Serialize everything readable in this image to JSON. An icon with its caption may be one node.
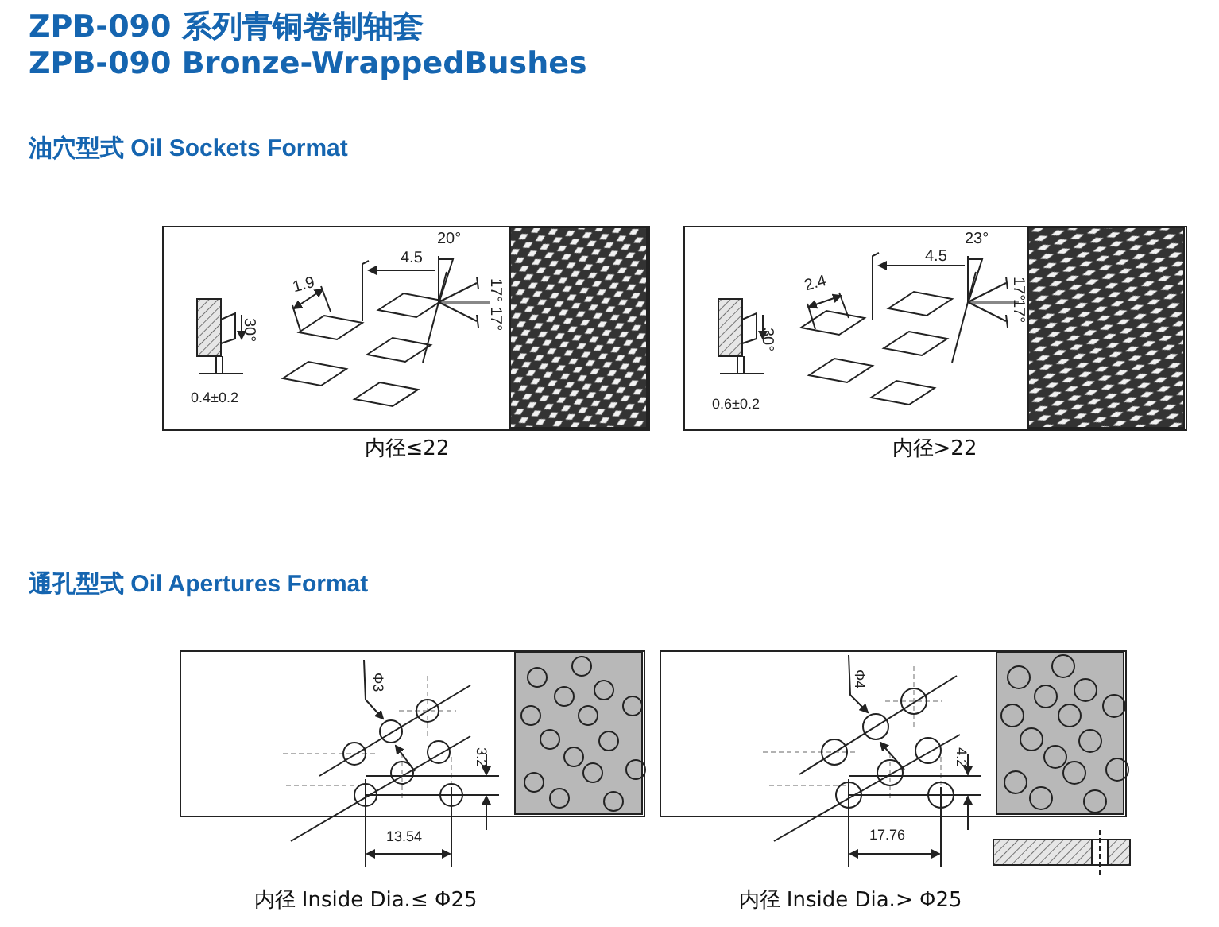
{
  "diagram": {
    "title": "ZPB-090 系列青铜卷制轴套",
    "nodes": [
      {
        "text": [],
        "shape": "box",
        "beside": [
          "内径≤22"
        ]
      },
      {
        "text": [],
        "shape": "box",
        "beside": [
          "内径>22"
        ]
      },
      {
        "text": [],
        "shape": "box",
        "beside": [
          "内径 Inside Dia.≤ Φ25"
        ]
      },
      {
        "text": [],
        "shape": "box",
        "beside": [
          "内径 Inside Dia.> Φ25"
        ]
      }
    ],
    "labels": [
      "ZPB-090 Bronze-WrappedBushes",
      "油穴型式 Oil Sockets Format",
      "1.9",
      "4.5",
      "20°",
      "17°",
      "17°",
      "30°",
      "0.4±0.2",
      "2.4",
      "4.5",
      "23°",
      "17°",
      "17°",
      "30°",
      "0.6±0.2",
      "通孔型式 Oil Apertures Format",
      "Φ3",
      "3.2",
      "13.54",
      "Φ4",
      "4.2",
      "17.76"
    ]
  }
}
